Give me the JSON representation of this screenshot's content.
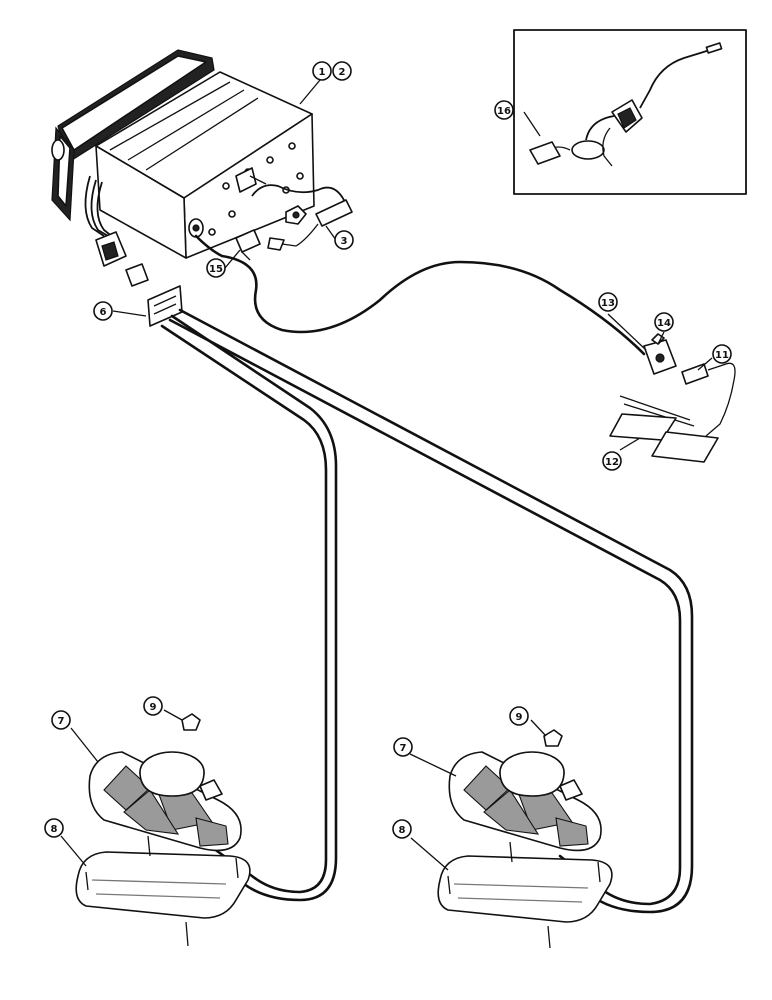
{
  "callouts": {
    "c1": "1",
    "c2": "2",
    "c3": "3",
    "c6": "6",
    "c7a": "7",
    "c7b": "7",
    "c8a": "8",
    "c8b": "8",
    "c9a": "9",
    "c9b": "9",
    "c11": "11",
    "c12": "12",
    "c13": "13",
    "c14": "14",
    "c15": "15",
    "c16": "16"
  }
}
